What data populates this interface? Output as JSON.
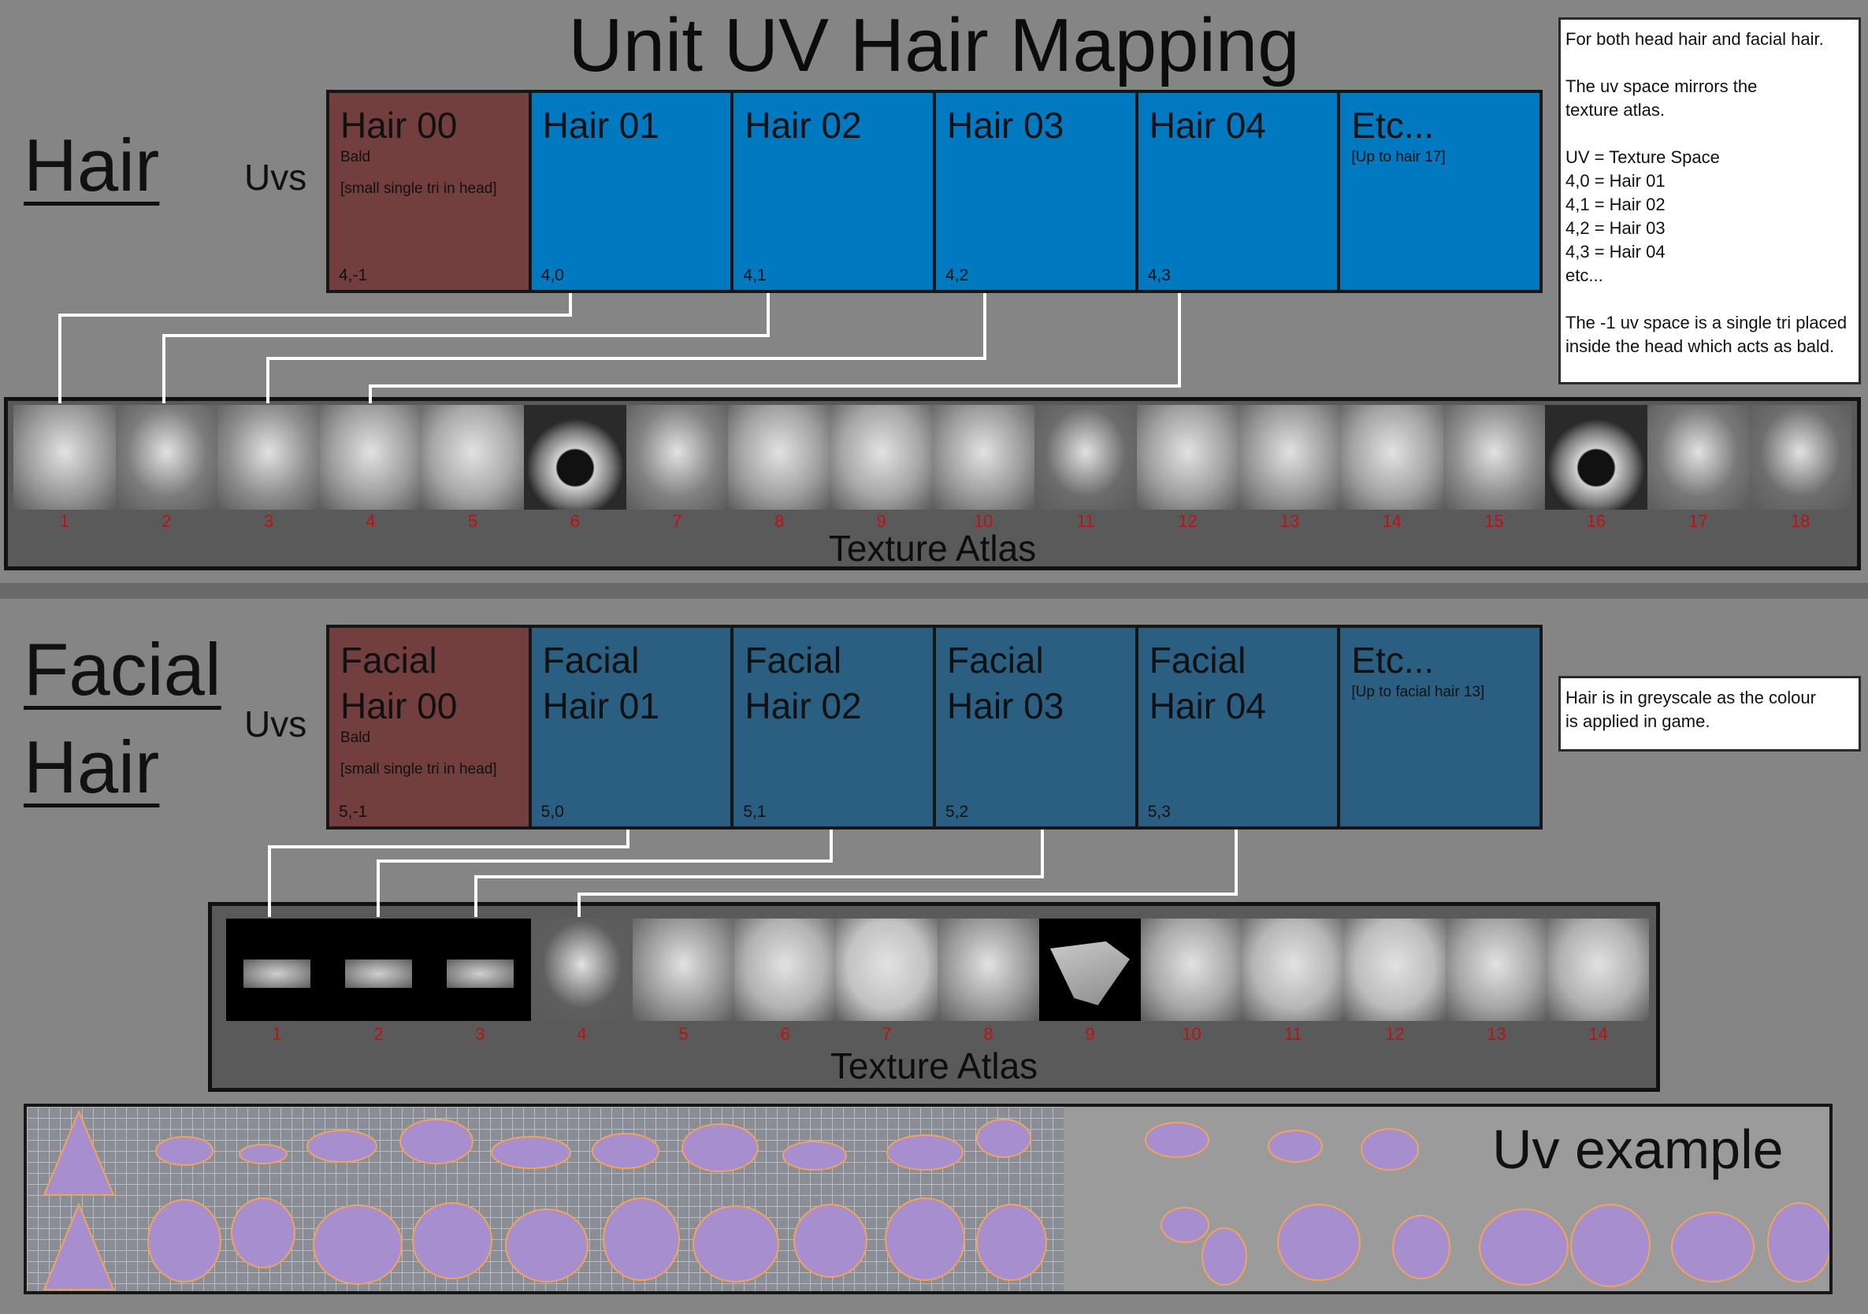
{
  "title": "Unit UV Hair Mapping",
  "hair_section": {
    "label": "Hair",
    "uvs_label": "Uvs",
    "cells": [
      {
        "title": "Hair 00",
        "sub": "Bald",
        "note": "[small single tri in head]",
        "coord": "4,-1",
        "kind": "bald"
      },
      {
        "title": "Hair 01",
        "sub": "",
        "note": "",
        "coord": "4,0",
        "kind": "blue"
      },
      {
        "title": "Hair 02",
        "sub": "",
        "note": "",
        "coord": "4,1",
        "kind": "blue"
      },
      {
        "title": "Hair 03",
        "sub": "",
        "note": "",
        "coord": "4,2",
        "kind": "blue"
      },
      {
        "title": "Hair 04",
        "sub": "",
        "note": "",
        "coord": "4,3",
        "kind": "blue"
      },
      {
        "title": "Etc...",
        "sub": "[Up to hair 17]",
        "note": "",
        "coord": "",
        "kind": "blue"
      }
    ],
    "atlas_caption": "Texture Atlas",
    "atlas_numbers": [
      "1",
      "2",
      "3",
      "4",
      "5",
      "6",
      "7",
      "8",
      "9",
      "10",
      "11",
      "12",
      "13",
      "14",
      "15",
      "16",
      "17",
      "18"
    ]
  },
  "facial_section": {
    "label_line1": "Facial",
    "label_line2": "Hair",
    "uvs_label": "Uvs",
    "cells": [
      {
        "title": "Facial\nHair 00",
        "sub": "Bald",
        "note": "[small single tri in head]",
        "coord": "5,-1",
        "kind": "bald"
      },
      {
        "title": "Facial\nHair 01",
        "sub": "",
        "note": "",
        "coord": "5,0",
        "kind": "blue"
      },
      {
        "title": "Facial\nHair 02",
        "sub": "",
        "note": "",
        "coord": "5,1",
        "kind": "blue"
      },
      {
        "title": "Facial\nHair 03",
        "sub": "",
        "note": "",
        "coord": "5,2",
        "kind": "blue"
      },
      {
        "title": "Facial\nHair 04",
        "sub": "",
        "note": "",
        "coord": "5,3",
        "kind": "blue"
      },
      {
        "title": "Etc...",
        "sub": "[Up to facial hair 13]",
        "note": "",
        "coord": "",
        "kind": "blue"
      }
    ],
    "atlas_caption": "Texture Atlas",
    "atlas_numbers": [
      "1",
      "2",
      "3",
      "4",
      "5",
      "6",
      "7",
      "8",
      "9",
      "10",
      "11",
      "12",
      "13",
      "14"
    ]
  },
  "notes": {
    "main": "For both head hair and facial hair.\n\nThe uv space mirrors the\ntexture atlas.\n\nUV = Texture Space\n4,0 = Hair 01\n4,1 = Hair 02\n4,2 = Hair 03\n4,3 = Hair 04\netc...\n\nThe -1 uv space is a single tri placed\ninside the head which acts as bald.",
    "greyscale": "Hair is in greyscale as the colour\nis applied in game."
  },
  "uv_example_label": "Uv example",
  "colors": {
    "bald_cell": "#723f3e",
    "hair_cell": "#0079c1",
    "facial_cell": "#2a5f82",
    "atlas_number": "#c01010",
    "connector": "#ffffff"
  }
}
